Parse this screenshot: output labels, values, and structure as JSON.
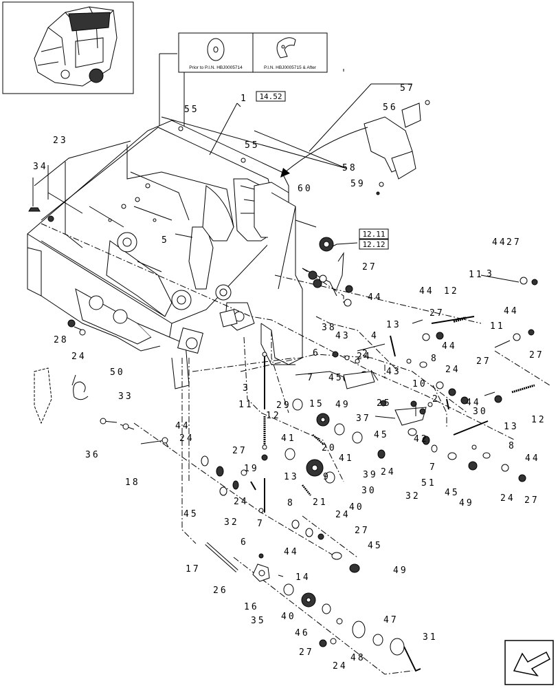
{
  "callouts": [
    {
      "n": "1"
    },
    {
      "n": "2"
    },
    {
      "n": "3"
    },
    {
      "n": "4"
    },
    {
      "n": "5"
    },
    {
      "n": "6"
    },
    {
      "n": "7"
    },
    {
      "n": "8"
    },
    {
      "n": "9"
    },
    {
      "n": "10"
    },
    {
      "n": "11"
    },
    {
      "n": "12"
    },
    {
      "n": "13"
    },
    {
      "n": "14"
    },
    {
      "n": "15"
    },
    {
      "n": "16"
    },
    {
      "n": "17"
    },
    {
      "n": "18"
    },
    {
      "n": "19"
    },
    {
      "n": "20"
    },
    {
      "n": "21"
    },
    {
      "n": "23"
    },
    {
      "n": "24"
    },
    {
      "n": "25"
    },
    {
      "n": "26"
    },
    {
      "n": "27"
    },
    {
      "n": "28"
    },
    {
      "n": "29"
    },
    {
      "n": "30"
    },
    {
      "n": "31"
    },
    {
      "n": "32"
    },
    {
      "n": "33"
    },
    {
      "n": "34"
    },
    {
      "n": "35"
    },
    {
      "n": "36"
    },
    {
      "n": "37"
    },
    {
      "n": "38"
    },
    {
      "n": "39"
    },
    {
      "n": "40"
    },
    {
      "n": "41"
    },
    {
      "n": "42"
    },
    {
      "n": "43"
    },
    {
      "n": "44"
    },
    {
      "n": "45"
    },
    {
      "n": "46"
    },
    {
      "n": "47"
    },
    {
      "n": "48"
    },
    {
      "n": "49"
    },
    {
      "n": "50"
    },
    {
      "n": "51"
    },
    {
      "n": "55"
    },
    {
      "n": "56"
    },
    {
      "n": "57"
    },
    {
      "n": "58"
    },
    {
      "n": "59"
    },
    {
      "n": "60"
    }
  ],
  "references": {
    "ref_a": "14.52",
    "ref_b": "12.11",
    "ref_c": "12.12"
  },
  "legend": {
    "left_caption": "Prior to P.I.N. HBJ0005714",
    "right_caption": "P.I.N. HBJ0005715 & After"
  },
  "nav": {
    "icon": "next-page-arrow-icon"
  }
}
